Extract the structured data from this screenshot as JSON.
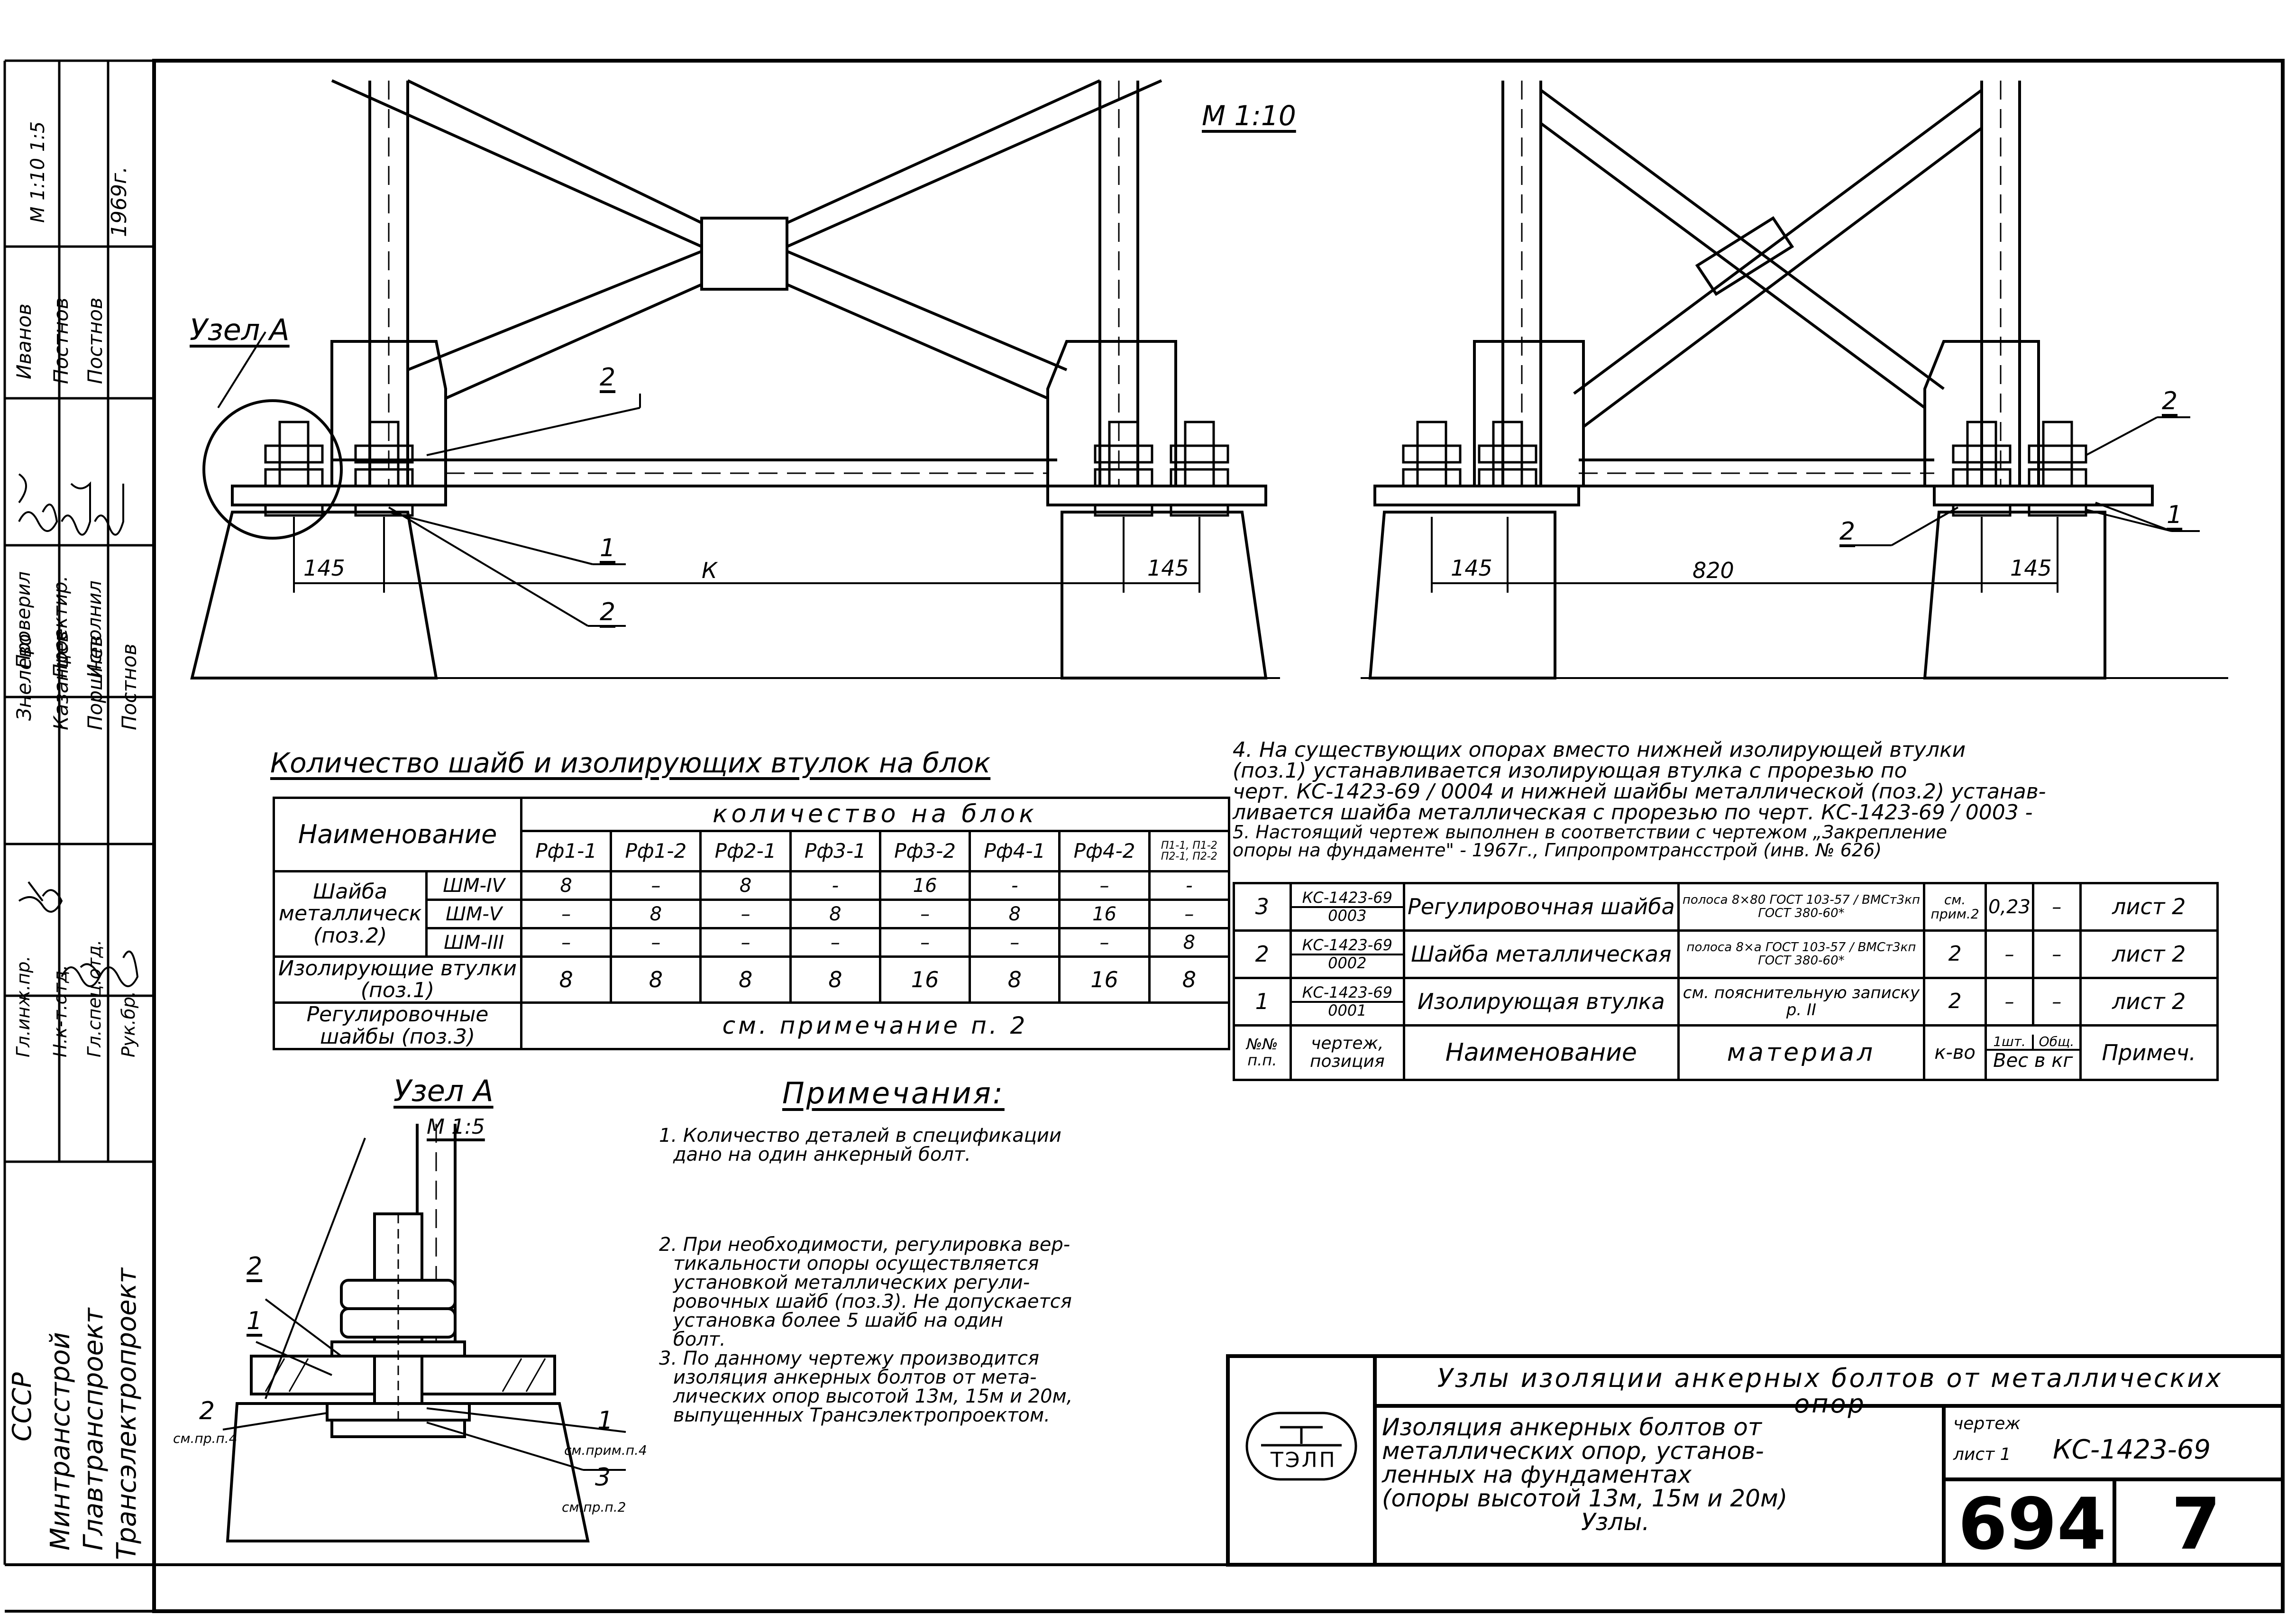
{
  "scale_main": "М 1:10",
  "node_a_label": "Узел А",
  "node_a_detail_title": "Узел А",
  "node_a_detail_scale": "М 1:5",
  "left_view": {
    "dim_left": "145",
    "dim_k": "К",
    "dim_right": "145",
    "pos_2_top": "2",
    "pos_1": "1",
    "pos_2_bottom": "2"
  },
  "right_view": {
    "dim_left": "145",
    "dim_mid": "820",
    "dim_right": "145",
    "pos_2_top": "2",
    "pos_2_left": "2",
    "pos_1": "1"
  },
  "qty_table": {
    "title": "Количество шайб и изолирующих втулок на блок",
    "col_name": "Наименование",
    "col_group": "количество на блок",
    "cols": [
      "Рф1-1",
      "Рф1-2",
      "Рф2-1",
      "Рф3-1",
      "Рф3-2",
      "Рф4-1",
      "Рф4-2",
      "П1-1, П1-2 П2-1, П2-2"
    ],
    "washer_label": "Шайба металлическ (поз.2)",
    "rows": [
      {
        "mark": "ШМ-IV",
        "values": [
          "8",
          "–",
          "8",
          "-",
          "16",
          "-",
          "–",
          "-"
        ]
      },
      {
        "mark": "ШМ-V",
        "values": [
          "–",
          "8",
          "–",
          "8",
          "–",
          "8",
          "16",
          "–"
        ]
      },
      {
        "mark": "ШМ-III",
        "values": [
          "–",
          "–",
          "–",
          "–",
          "–",
          "–",
          "–",
          "8"
        ]
      }
    ],
    "bushing_label": "Изолирующие втулки (поз.1)",
    "bushing_values": [
      "8",
      "8",
      "8",
      "8",
      "16",
      "8",
      "16",
      "8"
    ],
    "adjust_label": "Регулировочные шайбы (поз.3)",
    "adjust_note": "см. примечание п. 2"
  },
  "notes_top": [
    "4. На существующих опорах вместо нижней изолирующей втулки",
    "(поз.1) устанавливается изолирующая втулка с прорезью по",
    "черт. КС-1423-69 / 0004 и нижней шайбы металлической (поз.2) устанав-",
    "ливается шайба металлическая с прорезью по черт. КС-1423-69 / 0003 -",
    "5. Настоящий чертеж выполнен в соответствии с чертежом „Закрепление",
    "опоры на фундаменте\" - 1967г., Гипропромтрансстрой (инв. № 626)"
  ],
  "spec_table": {
    "rows": [
      {
        "no": "3",
        "drawing": "КС-1423-69",
        "pos": "0003",
        "name": "Регулировочная шайба",
        "material": "полоса 8×80 ГОСТ 103-57 / ВМСт3кп ГОСТ 380-60*",
        "qty": "см. прим.2",
        "weight1": "0,23",
        "weight_total": "–",
        "note": "лист 2"
      },
      {
        "no": "2",
        "drawing": "КС-1423-69",
        "pos": "0002",
        "name": "Шайба металлическая",
        "material": "полоса 8×а ГОСТ 103-57 / ВМСт3кп ГОСТ 380-60*",
        "qty": "2",
        "weight1": "–",
        "weight_total": "–",
        "note": "лист 2"
      },
      {
        "no": "1",
        "drawing": "КС-1423-69",
        "pos": "0001",
        "name": "Изолирующая втулка",
        "material": "см. пояснительную записку р. II",
        "qty": "2",
        "weight1": "–",
        "weight_total": "–",
        "note": "лист 2"
      }
    ],
    "h_no": "№№ п.п.",
    "h_drawing": "чертеж, позиция",
    "h_name": "Наименование",
    "h_material": "материал",
    "h_qty": "к-во",
    "h_w1": "1шт.",
    "h_wt": "Общ.",
    "h_weight": "Вес в кг",
    "h_note": "Примеч."
  },
  "notes": {
    "title": "Примечания:",
    "items": [
      "1. Количество деталей в спецификации",
      "дано на один анкерный болт.",
      "2. При необходимости, регулировка вер-",
      "тикальности опоры осуществляется",
      "установкой металлических регули-",
      "ровочных шайб (поз.3). Не допускается",
      "установка более 5 шайб на один",
      "болт.",
      "3. По данному чертежу производится",
      "изоляция анкерных болтов от мета-",
      "лических опор высотой 13м, 15м и 20м,",
      "выпущенных Трансэлектропроектом."
    ]
  },
  "detail_labels": {
    "p2": "2",
    "p1": "1",
    "p2b": "2",
    "p2b_ref": "см.пр.п.4",
    "p1b": "1",
    "p1b_ref": "см.прим.п.4",
    "p3": "3",
    "p3_ref": "см.пр.п.2"
  },
  "title_block": {
    "header": "Узлы изоляции анкерных болтов от металлических опор",
    "logo": "ТЭЛП",
    "desc_lines": [
      "Изоляция анкерных болтов от",
      "металлических опор, установ-",
      "ленных на фундаментах",
      "(опоры высотой 13м, 15м и 20м)",
      "Узлы."
    ],
    "drawing_label": "чертеж",
    "sheet_label": "лист 1",
    "drawing_no": "КС-1423-69",
    "number": "694",
    "sheet": "7"
  },
  "side_stamp": {
    "org": [
      "СССР",
      "Минтрансстрой",
      "Главтранспроект",
      "Трансэлектропроект"
    ],
    "roles": [
      "Гл.инж.пр.",
      "Н.к-т.отд.",
      "Гл.спец.отд.",
      "Рук.бр."
    ],
    "names_a": [
      "Знелево",
      "Казанцев",
      "Поршнев",
      "Постнов"
    ],
    "roles_b": [
      "Проверил",
      "Проектир.",
      "Исполнил"
    ],
    "names_b": [
      "Иванов",
      "Постнов",
      "Постнов"
    ],
    "scale_text": "М 1:10 1:5",
    "year": "1969г."
  }
}
